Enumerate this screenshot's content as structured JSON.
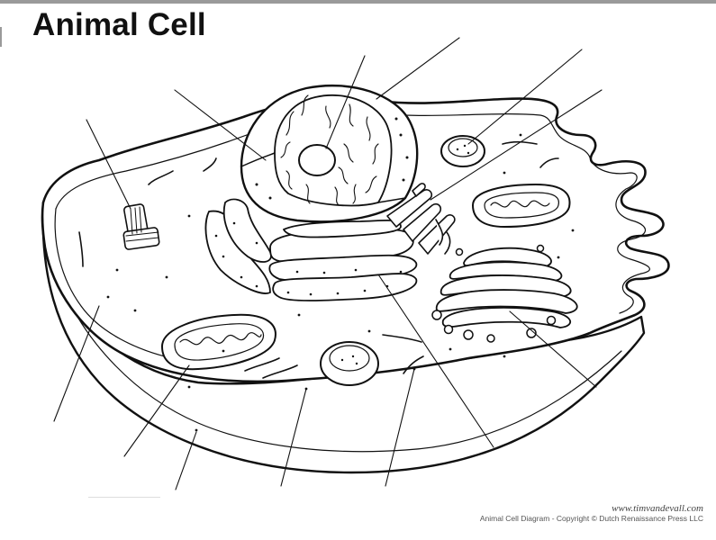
{
  "header": {
    "title": "Animal Cell"
  },
  "footer": {
    "website": "www.timvandevall.com",
    "copyright": "Animal Cell Diagram - Copyright © Dutch Renaissance Press LLC"
  },
  "diagram": {
    "label_line_count": 13,
    "stroke_color": "#111111",
    "fill_color": "#ffffff"
  }
}
